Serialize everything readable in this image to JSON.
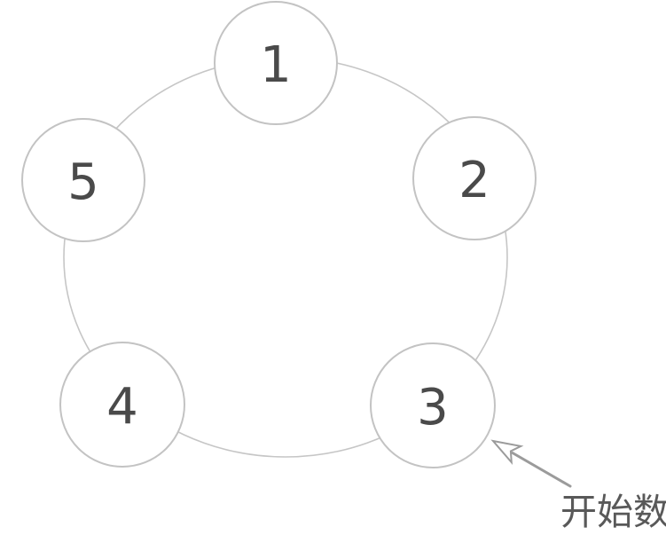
{
  "diagram": {
    "background": "#ffffff",
    "ring": {
      "stroke": "#c6c6c6"
    },
    "node_style": {
      "fill": "#ffffff",
      "stroke": "#c3c3c3",
      "number_color": "#4a4a4a"
    },
    "nodes": [
      {
        "label": "1"
      },
      {
        "label": "2"
      },
      {
        "label": "3"
      },
      {
        "label": "4"
      },
      {
        "label": "5"
      }
    ],
    "arrow": {
      "color": "#9b9b9b",
      "target_node": "3"
    },
    "annotation": {
      "label": "开始数",
      "color": "#595959"
    }
  }
}
